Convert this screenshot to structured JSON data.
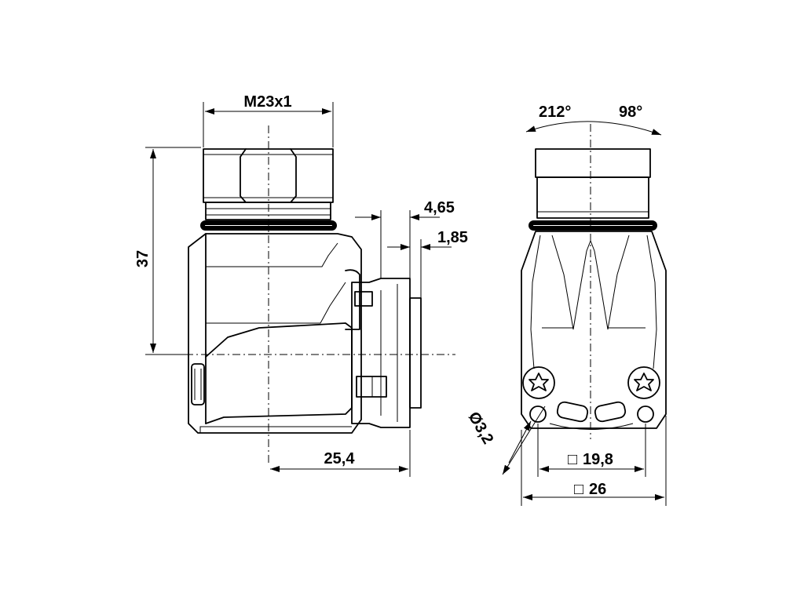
{
  "colors": {
    "line": "#000000",
    "background": "#ffffff"
  },
  "side_view": {
    "thread": "M23x1",
    "height": "37",
    "offset_a": "4,65",
    "offset_b": "1,85",
    "width": "25,4"
  },
  "front_view": {
    "angle_left": "212°",
    "angle_right": "98°",
    "hole_diameter": "Ø3,2",
    "hole_spacing": "19,8",
    "overall_width": "26",
    "square_symbol": "□"
  }
}
